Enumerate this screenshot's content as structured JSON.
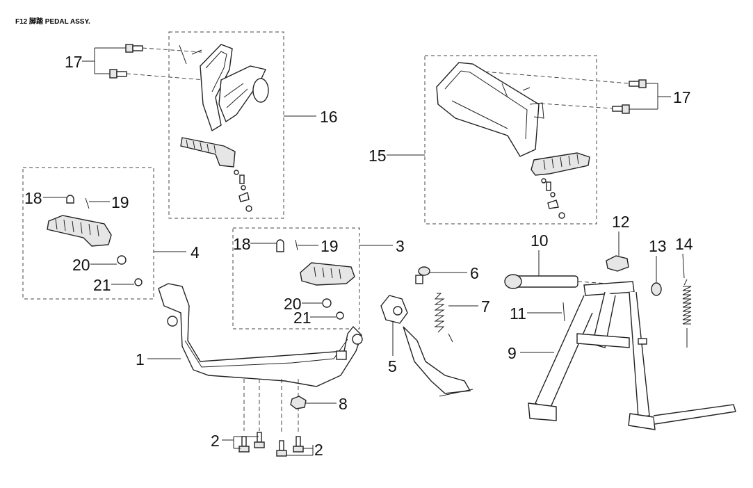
{
  "title": "F12 脚踏 PEDAL ASSY.",
  "callouts": {
    "c1": "1",
    "c2a": "2",
    "c2b": "2",
    "c3": "3",
    "c4": "4",
    "c5": "5",
    "c6": "6",
    "c7": "7",
    "c8": "8",
    "c9": "9",
    "c10": "10",
    "c11": "11",
    "c12": "12",
    "c13": "13",
    "c14": "14",
    "c15": "15",
    "c16": "16",
    "c17a": "17",
    "c17b": "17",
    "c18a": "18",
    "c18b": "18",
    "c19a": "19",
    "c19b": "19",
    "c20a": "20",
    "c20b": "20",
    "c21a": "21",
    "c21b": "21"
  }
}
